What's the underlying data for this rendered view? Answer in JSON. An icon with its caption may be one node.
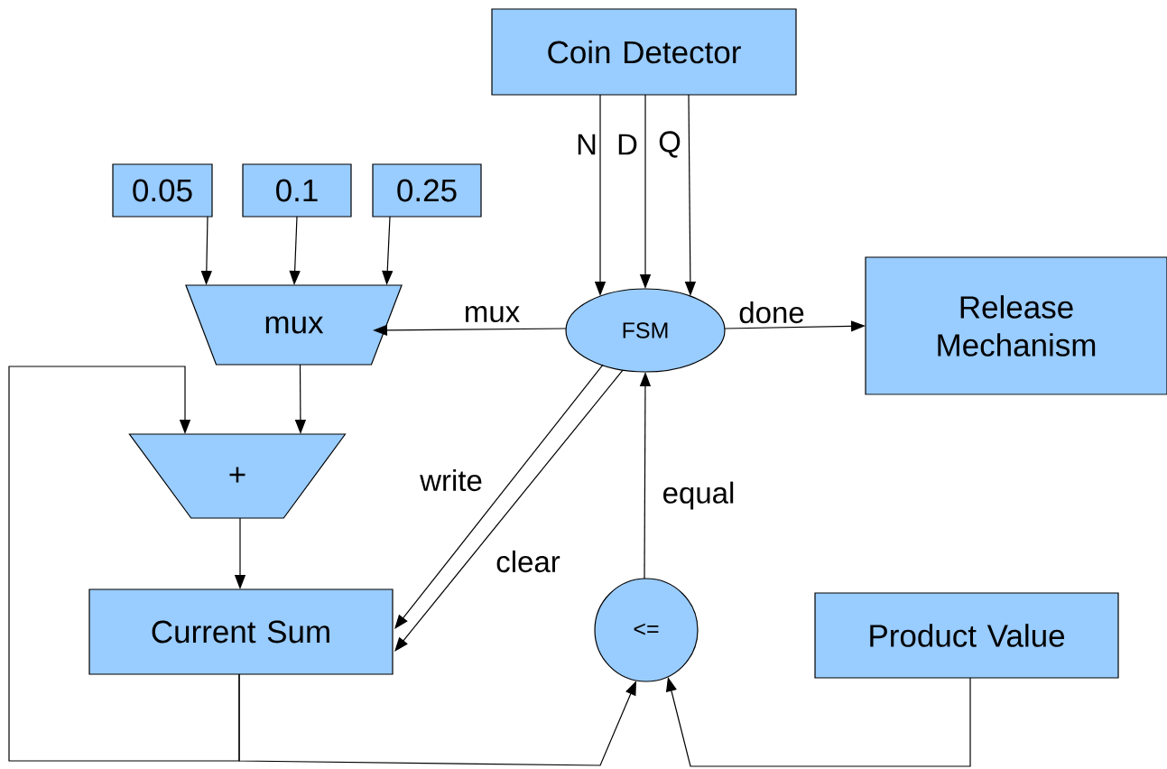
{
  "diagram": {
    "nodes": [
      {
        "text": [
          "Coin Detector"
        ]
      },
      {
        "text": [
          "0.05"
        ]
      },
      {
        "text": [
          "0.1"
        ]
      },
      {
        "text": [
          "0.25"
        ]
      },
      {
        "text": [
          "mux"
        ]
      },
      {
        "text": [
          "FSM"
        ]
      },
      {
        "text": [
          "Release Mechanism"
        ]
      },
      {
        "text": [
          "+"
        ]
      },
      {
        "text": [
          "Current Sum"
        ]
      },
      {
        "text": [
          "<="
        ]
      },
      {
        "text": [
          "Product Value"
        ]
      }
    ],
    "edges": [
      {
        "from": 0,
        "to": 5,
        "arrow": "to",
        "label": "N"
      },
      {
        "from": 0,
        "to": 5,
        "arrow": "to",
        "label": "D"
      },
      {
        "from": 0,
        "to": 5,
        "arrow": "to",
        "label": "Q"
      },
      {
        "from": 1,
        "to": 4,
        "arrow": "to"
      },
      {
        "from": 2,
        "to": 4,
        "arrow": "to"
      },
      {
        "from": 3,
        "to": 4,
        "arrow": "to"
      },
      {
        "from": 5,
        "to": 4,
        "arrow": "to",
        "label": "mux"
      },
      {
        "from": 5,
        "to": 6,
        "arrow": "to",
        "label": "done"
      },
      {
        "from": 4,
        "to": 7,
        "arrow": "to"
      },
      {
        "from": 7,
        "to": 8,
        "arrow": "to"
      },
      {
        "from": 8,
        "to": 7,
        "arrow": "to"
      },
      {
        "from": 8,
        "to": 9,
        "arrow": "to"
      },
      {
        "from": 10,
        "to": 9,
        "arrow": "to"
      },
      {
        "from": 5,
        "to": 8,
        "arrow": "to",
        "label": "write"
      },
      {
        "from": 5,
        "to": 8,
        "arrow": "to",
        "label": "clear"
      },
      {
        "from": 9,
        "to": 5,
        "arrow": "to",
        "label": "equal"
      }
    ]
  }
}
